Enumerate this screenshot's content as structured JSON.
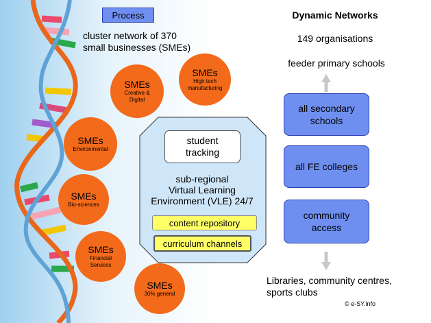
{
  "process_label": "Process",
  "right_title": "Dynamic Networks",
  "org_count": "149 organisations",
  "feeder_label": "feeder primary schools",
  "cluster_text": [
    "cluster network of 370",
    "small businesses (SMEs)"
  ],
  "smes": [
    {
      "title": "SMEs",
      "sub": [
        "Creative &",
        "Digital"
      ]
    },
    {
      "title": "SMEs",
      "sub": [
        "High tech",
        "manufacturing"
      ]
    },
    {
      "title": "SMEs",
      "sub": [
        "Environmental"
      ]
    },
    {
      "title": "SMEs",
      "sub": [
        "Bio-sciences"
      ]
    },
    {
      "title": "SMEs",
      "sub": [
        "Financial",
        "Services"
      ]
    },
    {
      "title": "SMEs",
      "sub": [
        "30% general"
      ]
    }
  ],
  "student_tracking": [
    "student",
    "tracking"
  ],
  "vle_text": [
    "sub-regional",
    "Virtual Learning",
    "Environment (VLE) 24/7"
  ],
  "content_repository": "content repository",
  "curriculum_channels": "curriculum channels",
  "right_boxes": [
    [
      "all secondary",
      "schools"
    ],
    [
      "all FE colleges"
    ],
    [
      "community",
      "access"
    ]
  ],
  "libraries_text": [
    "Libraries, community centres,",
    "sports clubs"
  ],
  "copyright": "© e-SY.info",
  "colors": {
    "sme_orange": "#f36a1a",
    "box_blue": "#6f8ff0",
    "vle_fill": "#cfe6f8",
    "yellow": "#ffff66",
    "arrow_grey": "#c8c8c8"
  }
}
